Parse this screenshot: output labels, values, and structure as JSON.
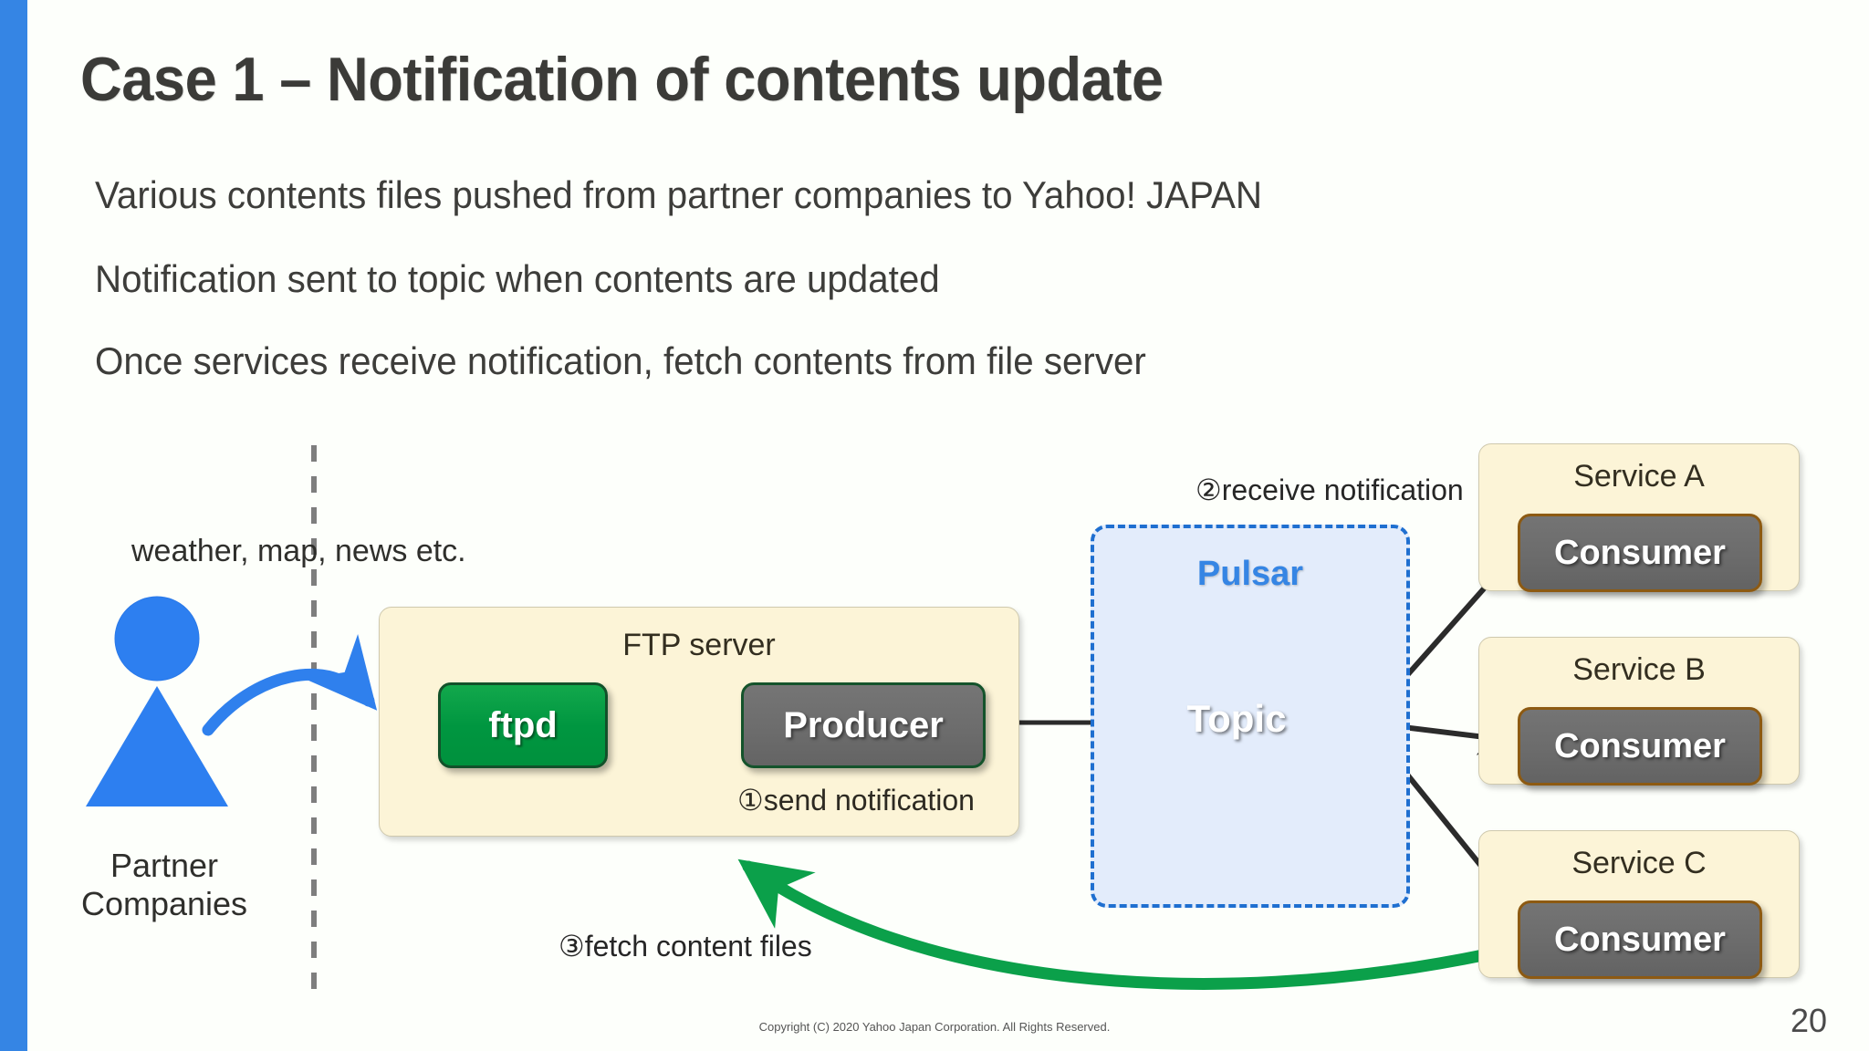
{
  "slide": {
    "title": "Case 1 – Notification of contents update",
    "body_lines": [
      "Various contents files pushed from partner companies to Yahoo! JAPAN",
      "Notification sent to topic when contents are updated",
      "Once services receive notification, fetch contents from file server"
    ],
    "page_number": "20",
    "copyright": "Copyright (C) 2020 Yahoo Japan Corporation. All Rights Reserved.",
    "accent_color": "#3585e4"
  },
  "diagram": {
    "partner": {
      "label_line1": "Partner",
      "label_line2": "Companies",
      "content_types": "weather, map, news etc."
    },
    "ftp_server": {
      "title": "FTP server",
      "ftpd_label": "ftpd",
      "producer_label": "Producer",
      "step_caption": "①send notification",
      "fill_color": "#fcf4d7",
      "ftpd_color": "#009640",
      "producer_color": "#6d6d6d"
    },
    "pulsar": {
      "label": "Pulsar",
      "topic_label": "Topic",
      "fill_color": "#e3ecfb",
      "border_color": "#1f6fd0",
      "topic_color": "#2f80ed"
    },
    "steps": {
      "receive": "②receive notification",
      "fetch": "③fetch content files"
    },
    "services": [
      {
        "title": "Service A",
        "consumer_label": "Consumer"
      },
      {
        "title": "Service B",
        "consumer_label": "Consumer"
      },
      {
        "title": "Service C",
        "consumer_label": "Consumer"
      }
    ]
  }
}
